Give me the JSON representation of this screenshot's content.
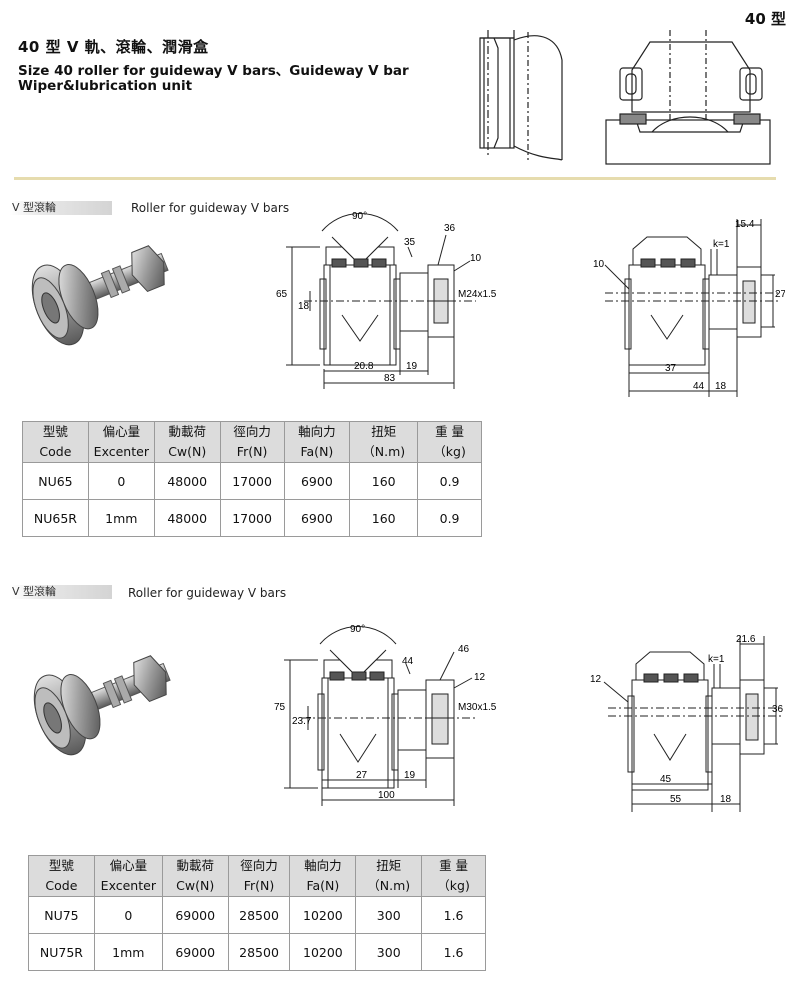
{
  "header": {
    "page_tag": "40 型",
    "title_cn": "40 型 V 軌、滾輪、潤滑盒",
    "title_en_line1": "Size 40 roller for guideway V bars、Guideway V bar",
    "title_en_line2": "Wiper&lubrication unit"
  },
  "sections": [
    {
      "tab": "V 型滾輪",
      "subtitle": "Roller for guideway V bars",
      "dims_side": {
        "angle": "90°",
        "d35": "35",
        "d36": "36",
        "d10": "10",
        "thread": "M24x1.5",
        "h65": "65",
        "d18": "18",
        "w20_8": "20.8",
        "w19": "19",
        "total": "83"
      },
      "dims_ecc": {
        "d15_4": "15.4",
        "k": "k=1",
        "d10": "10",
        "d27": "27",
        "w37": "37",
        "w44": "44",
        "w18": "18"
      },
      "table": {
        "headers": [
          {
            "cn": "型號",
            "en": "Code"
          },
          {
            "cn": "偏心量",
            "en": "Excenter"
          },
          {
            "cn": "動載荷",
            "en": "Cw(N)"
          },
          {
            "cn": "徑向力",
            "en": "Fr(N)"
          },
          {
            "cn": "軸向力",
            "en": "Fa(N)"
          },
          {
            "cn": "扭矩",
            "en": "（N.m)"
          },
          {
            "cn": "重 量",
            "en": "（kg)"
          }
        ],
        "rows": [
          [
            "NU65",
            "0",
            "48000",
            "17000",
            "6900",
            "160",
            "0.9"
          ],
          [
            "NU65R",
            "1mm",
            "48000",
            "17000",
            "6900",
            "160",
            "0.9"
          ]
        ]
      }
    },
    {
      "tab": "V 型滾輪",
      "subtitle": "Roller for guideway V bars",
      "dims_side": {
        "angle": "90°",
        "d35": "44",
        "d36": "46",
        "d10": "12",
        "thread": "M30x1.5",
        "h65": "75",
        "d18": "23.7",
        "w20_8": "27",
        "w19": "19",
        "total": "100"
      },
      "dims_ecc": {
        "d15_4": "21.6",
        "k": "k=1",
        "d10": "12",
        "d27": "36",
        "w37": "45",
        "w44": "55",
        "w18": "18"
      },
      "table": {
        "headers": [
          {
            "cn": "型號",
            "en": "Code"
          },
          {
            "cn": "偏心量",
            "en": "Excenter"
          },
          {
            "cn": "動載荷",
            "en": "Cw(N)"
          },
          {
            "cn": "徑向力",
            "en": "Fr(N)"
          },
          {
            "cn": "軸向力",
            "en": "Fa(N)"
          },
          {
            "cn": "扭矩",
            "en": "（N.m)"
          },
          {
            "cn": "重 量",
            "en": "（kg)"
          }
        ],
        "rows": [
          [
            "NU75",
            "0",
            "69000",
            "28500",
            "10200",
            "300",
            "1.6"
          ],
          [
            "NU75R",
            "1mm",
            "69000",
            "28500",
            "10200",
            "300",
            "1.6"
          ]
        ]
      }
    }
  ]
}
